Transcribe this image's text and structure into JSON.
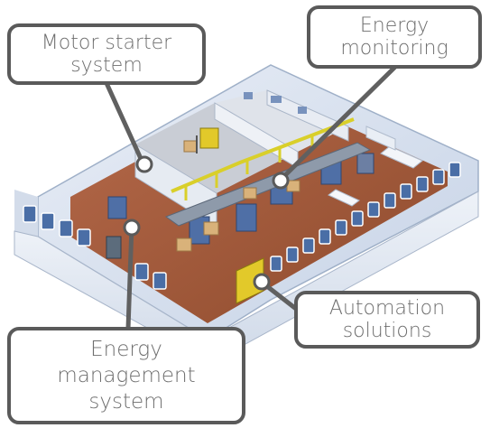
{
  "labels": {
    "motor_starter": [
      "Motor starter",
      "system"
    ],
    "energy_monitoring": [
      "Energy",
      "monitoring"
    ],
    "automation": [
      "Automation",
      "solutions"
    ],
    "energy_management": [
      "Energy",
      "management",
      "system"
    ]
  },
  "colors": {
    "callout_border": "#5a5a5a",
    "callout_text": "#6e6e6e",
    "wall_outer": "#dfe6f0",
    "roof_strip": "#c9d6e8",
    "floor": "#a45a38",
    "machine_blue": "#4f6fa6",
    "rail_yellow": "#d9cf2a",
    "connector_line": "#606060"
  }
}
